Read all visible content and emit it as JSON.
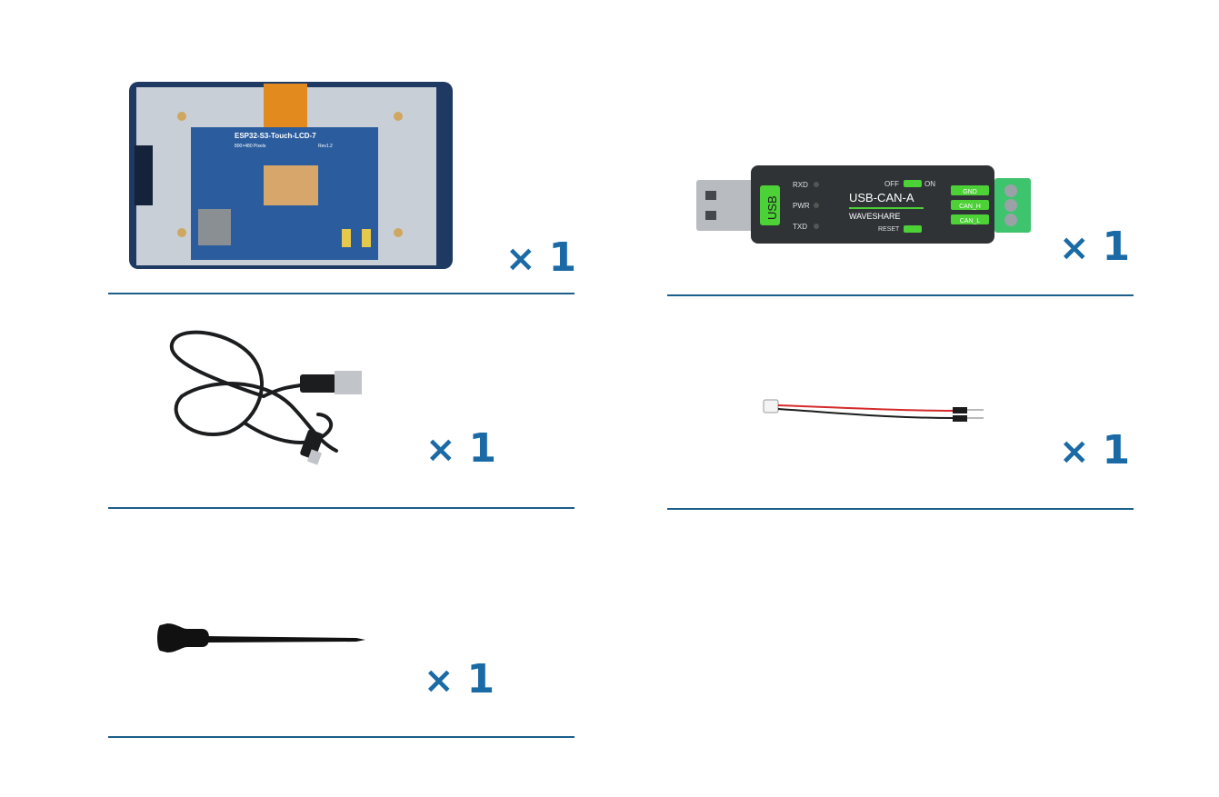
{
  "items": [
    {
      "id": "lcd-board",
      "board_title": "ESP32-S3-Touch-LCD-7",
      "board_subtitle": "800×480 Pixels",
      "board_rev": "Rev1.2",
      "quantity": "1"
    },
    {
      "id": "usb-can-adapter",
      "model": "USB-CAN-A",
      "brand": "WAVESHARE",
      "usb_label": "USB",
      "led_labels": [
        "RXD",
        "PWR",
        "TXD"
      ],
      "switch_off": "OFF",
      "switch_on": "ON",
      "reset_label": "RESET",
      "terminal_labels": [
        "GND",
        "CAN_H",
        "CAN_L"
      ],
      "quantity": "1"
    },
    {
      "id": "usb-c-cable",
      "quantity": "1"
    },
    {
      "id": "jumper-wire",
      "quantity": "1"
    },
    {
      "id": "screwdriver",
      "quantity": "1"
    }
  ],
  "quantity_prefix": "×",
  "colors": {
    "accent": "#1a6aa6",
    "rule": "#1b5e8a",
    "pcb": "#2b5d9e",
    "adapter_body": "#2f3336",
    "adapter_green": "#4cd137"
  }
}
